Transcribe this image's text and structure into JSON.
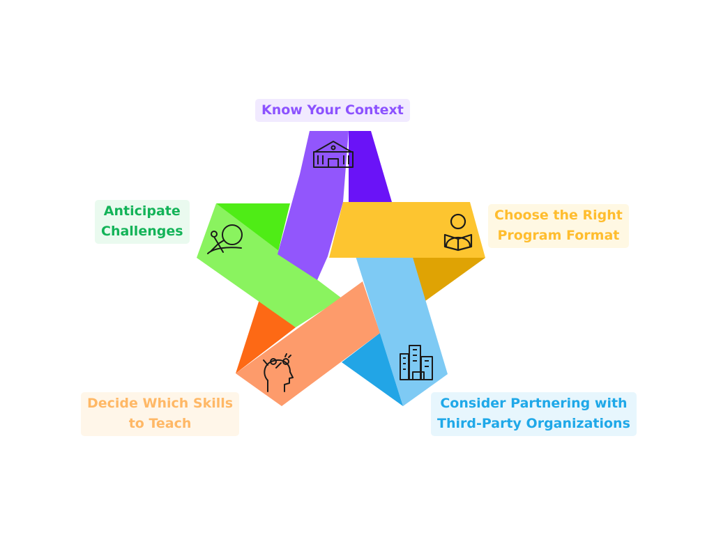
{
  "steps": [
    {
      "key": "context",
      "lines": [
        "Know Your Context"
      ],
      "color": "#8c52ff",
      "icon": "school-building-icon"
    },
    {
      "key": "format",
      "lines": [
        "Choose the Right",
        "Program Format"
      ],
      "color": "#ffbd2e",
      "icon": "person-reading-book-icon"
    },
    {
      "key": "partner",
      "lines": [
        "Consider Partnering with",
        "Third-Party Organizations"
      ],
      "color": "#1fa8e8",
      "icon": "office-buildings-icon"
    },
    {
      "key": "skills",
      "lines": [
        "Decide Which Skills",
        "to Teach"
      ],
      "color": "#ffb866",
      "icon": "head-with-ideas-icon"
    },
    {
      "key": "anticipate",
      "lines": [
        "Anticipate",
        "Challenges"
      ],
      "color": "#13b358",
      "icon": "person-pushing-boulder-icon"
    }
  ],
  "label_backgrounds": {
    "context": "#f1eaff",
    "format": "#fff8e3",
    "partner": "#e7f6fd",
    "skills": "#fff6e9",
    "anticipate": "#eafaef"
  }
}
